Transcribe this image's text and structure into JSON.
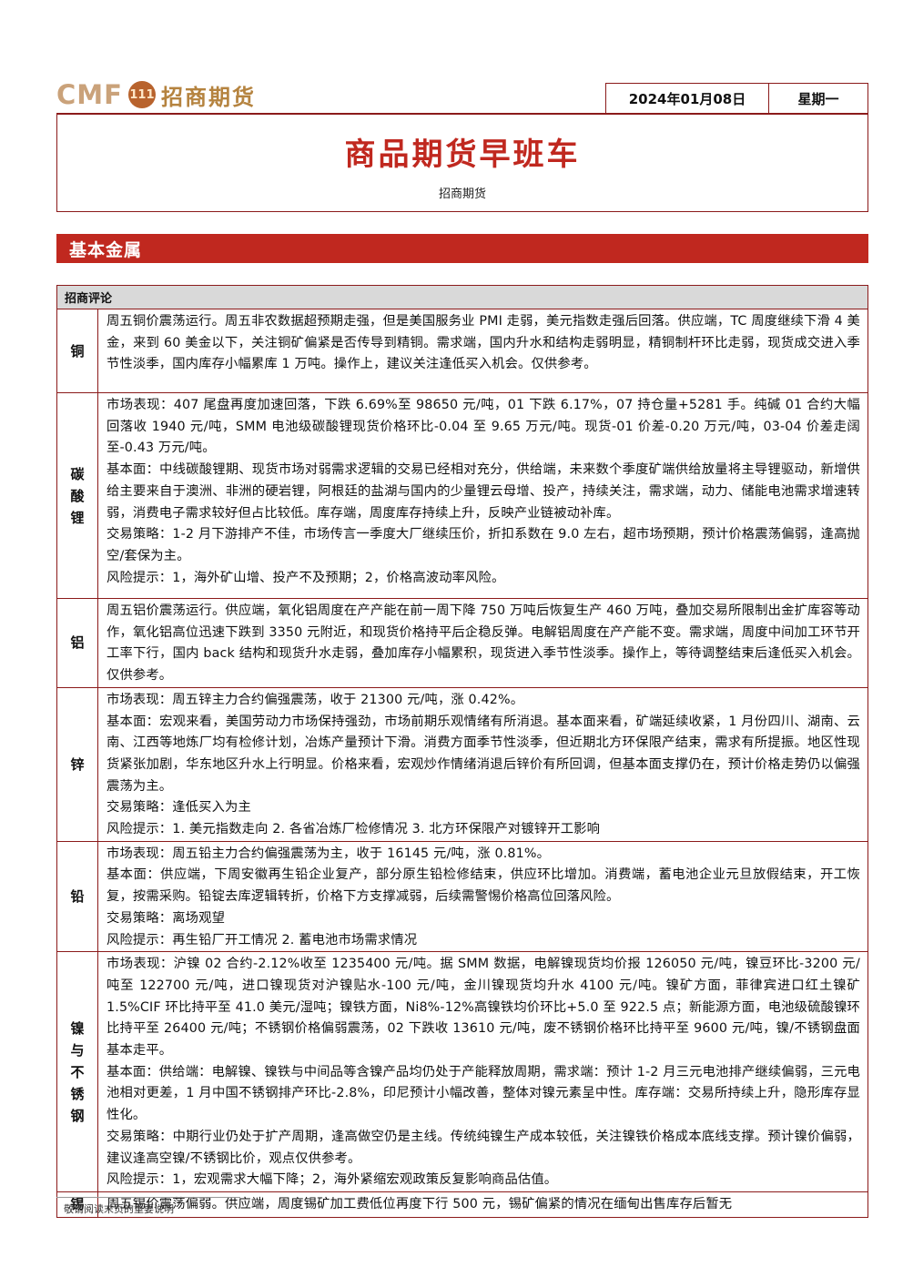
{
  "header": {
    "logo_text": "CMF",
    "logo_mark": "111",
    "logo_cn": "招商期货",
    "date": "2024年01月08日",
    "weekday": "星期一"
  },
  "title": "商品期货早班车",
  "subtitle": "招商期货",
  "section": "基本金属",
  "table_header": "招商评论",
  "rows": [
    {
      "metal": "铜",
      "paragraphs": [
        "周五铜价震荡运行。周五非农数据超预期走强，但是美国服务业 PMI 走弱，美元指数走强后回落。供应端，TC 周度继续下滑 4 美金，来到 60 美金以下，关注铜矿偏紧是否传导到精铜。需求端，国内升水和结构走弱明显，精铜制杆环比走弱，现货成交进入季节性淡季，国内库存小幅累库 1 万吨。操作上，建议关注逢低买入机会。仅供参考。"
      ]
    },
    {
      "metal": "碳酸锂",
      "paragraphs": [
        "市场表现：407 尾盘再度加速回落，下跌 6.69%至 98650 元/吨，01 下跌 6.17%，07 持仓量+5281 手。纯碱 01 合约大幅回落收 1940 元/吨，SMM 电池级碳酸锂现货价格环比-0.04 至 9.65 万元/吨。现货-01 价差-0.20 万元/吨，03-04 价差走阔至-0.43 万元/吨。",
        "基本面：中线碳酸锂期、现货市场对弱需求逻辑的交易已经相对充分，供给端，未来数个季度矿端供给放量将主导锂驱动，新增供给主要来自于澳洲、非洲的硬岩锂，阿根廷的盐湖与国内的少量锂云母增、投产，持续关注，需求端，动力、储能电池需求增速转弱，消费电子需求较好但占比较低。库存端，周度库存持续上升，反映产业链被动补库。",
        "交易策略：1-2 月下游排产不佳，市场传言一季度大厂继续压价，折扣系数在 9.0 左右，超市场预期，预计价格震荡偏弱，逢高抛空/套保为主。",
        "风险提示：1，海外矿山增、投产不及预期；2，价格高波动率风险。"
      ]
    },
    {
      "metal": "铝",
      "paragraphs": [
        "周五铝价震荡运行。供应端，氧化铝周度在产产能在前一周下降 750 万吨后恢复生产 460 万吨，叠加交易所限制出金扩库容等动作，氧化铝高位迅速下跌到 3350 元附近，和现货价格持平后企稳反弹。电解铝周度在产产能不变。需求端，周度中间加工环节开工率下行，国内 back 结构和现货升水走弱，叠加库存小幅累积，现货进入季节性淡季。操作上，等待调整结束后逢低买入机会。仅供参考。"
      ]
    },
    {
      "metal": "锌",
      "paragraphs": [
        "市场表现：周五锌主力合约偏强震荡，收于 21300 元/吨，涨 0.42%。",
        "基本面：宏观来看，美国劳动力市场保持强劲，市场前期乐观情绪有所消退。基本面来看，矿端延续收紧，1 月份四川、湖南、云南、江西等地炼厂均有检修计划，冶炼产量预计下滑。消费方面季节性淡季，但近期北方环保限产结束，需求有所提振。地区性现货紧张加剧，华东地区升水上行明显。价格来看，宏观炒作情绪消退后锌价有所回调，但基本面支撑仍在，预计价格走势仍以偏强震荡为主。",
        "交易策略：逢低买入为主",
        "风险提示：1. 美元指数走向 2. 各省冶炼厂检修情况 3. 北方环保限产对镀锌开工影响"
      ]
    },
    {
      "metal": "铅",
      "paragraphs": [
        "市场表现：周五铅主力合约偏强震荡为主，收于 16145 元/吨，涨 0.81%。",
        "基本面：供应端，下周安徽再生铅企业复产，部分原生铅检修结束，供应环比增加。消费端，蓄电池企业元旦放假结束，开工恢复，按需采购。铅锭去库逻辑转折，价格下方支撑减弱，后续需警惕价格高位回落风险。",
        "交易策略：离场观望",
        "风险提示：再生铅厂开工情况 2. 蓄电池市场需求情况"
      ]
    },
    {
      "metal": "镍与不锈钢",
      "paragraphs": [
        "市场表现：沪镍 02 合约-2.12%收至 1235400 元/吨。据 SMM 数据，电解镍现货均价报 126050 元/吨，镍豆环比-3200 元/吨至 122700 元/吨，进口镍现货对沪镍贴水-100 元/吨，金川镍现货均升水 4100 元/吨。镍矿方面，菲律宾进口红土镍矿 1.5%CIF 环比持平至 41.0 美元/湿吨；镍铁方面，Ni8%-12%高镍铁均价环比+5.0 至 922.5 点；新能源方面，电池级硫酸镍环比持平至 26400 元/吨；不锈钢价格偏弱震荡，02 下跌收 13610 元/吨，废不锈钢价格环比持平至 9600 元/吨，镍/不锈钢盘面基本走平。",
        "基本面：供给端：电解镍、镍铁与中间品等含镍产品均仍处于产能释放周期，需求端：预计 1-2 月三元电池排产继续偏弱，三元电池相对更差，1 月中国不锈钢排产环比-2.8%，印尼预计小幅改善，整体对镍元素呈中性。库存端：交易所持续上升，隐形库存显性化。",
        "交易策略：中期行业仍处于扩产周期，逢高做空仍是主线。传统纯镍生产成本较低，关注镍铁价格成本底线支撑。预计镍价偏弱，建议逢高空镍/不锈钢比价，观点仅供参考。",
        "风险提示：1，宏观需求大幅下降；2，海外紧缩宏观政策反复影响商品估值。"
      ]
    },
    {
      "metal": "锡",
      "paragraphs": [
        "周五锡价震荡偏弱。供应端，周度锡矿加工费低位再度下行 500 元，锡矿偏紧的情况在缅甸出售库存后暂无"
      ]
    }
  ],
  "footer": "敬请阅读末页的重要说明"
}
